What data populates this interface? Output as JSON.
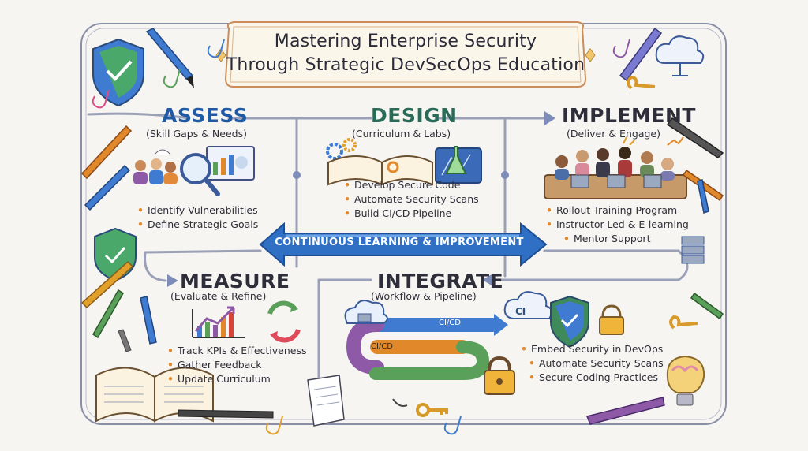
{
  "title": {
    "line1": "Mastering Enterprise Security",
    "line2": "Through Strategic DevSecOps Education"
  },
  "phases": [
    {
      "name": "ASSESS",
      "subtitle": "(Skill Gaps & Needs)",
      "color": "#1f5aa6",
      "bullets": [
        "Identify Vulnerabilities",
        "Define Strategic Goals"
      ]
    },
    {
      "name": "DESIGN",
      "subtitle": "(Curriculum & Labs)",
      "color": "#2a6a58",
      "bullets": [
        "Develop Secure Code",
        "Automate Security Scans",
        "Build CI/CD Pipeline"
      ]
    },
    {
      "name": "IMPLEMENT",
      "subtitle": "(Deliver & Engage)",
      "color": "#2e2e3a",
      "bullets": [
        "Rollout Training Program",
        "Instructor-Led & E-learning",
        "Mentor Support"
      ]
    },
    {
      "name": "MEASURE",
      "subtitle": "(Evaluate & Refine)",
      "color": "#2e2e3a",
      "bullets": [
        "Track KPIs & Effectiveness",
        "Gather Feedback",
        "Update Curriculum"
      ]
    },
    {
      "name": "INTEGRATE",
      "subtitle": "(Workflow & Pipeline)",
      "color": "#2e2e3a",
      "bullets": [
        "Embed Security in DevOps",
        "Automate Security Scans",
        "Secure Coding Practices"
      ]
    }
  ],
  "center_banner": "CONTINUOUS LEARNING & IMPROVEMENT",
  "pipeline": {
    "label_top": "CI/CD",
    "label_bottom": "CI/CD",
    "ci_badge": "CI"
  },
  "colors": {
    "accent_blue": "#2f6fc4",
    "bullet_orange": "#e0882a",
    "frame": "#8a8fa8"
  },
  "icons": [
    "shield-check-icon",
    "team-analysis-icon",
    "magnifier-icon",
    "gears-icon",
    "book-icon",
    "blueprint-icon",
    "flask-icon",
    "team-laptops-icon",
    "growth-chart-icon",
    "cycle-arrows-icon",
    "cloud-server-icon",
    "cloud-icon",
    "padlock-icon",
    "key-icon",
    "lightbulb-icon",
    "document-icon",
    "open-book-icon",
    "pencil-icon",
    "paperclip-icon",
    "server-rack-icon"
  ]
}
